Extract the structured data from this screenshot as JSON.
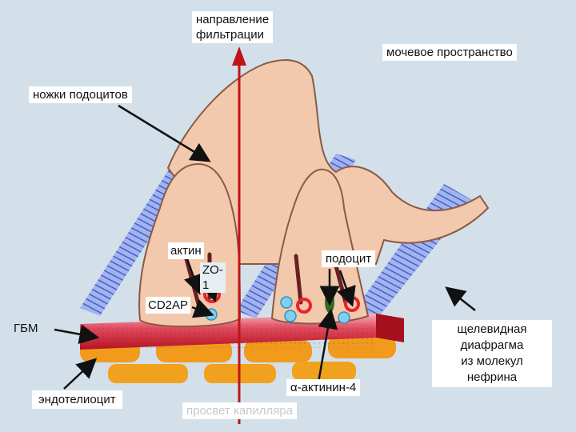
{
  "labels": {
    "direction_line1": "направление",
    "direction_line2": "фильтрации",
    "urinary_space": "мочевое пространство",
    "podocyte_feet": "ножки подоцитов",
    "actin": "актин",
    "zo1_line1": "ZO-",
    "zo1_line2": "1",
    "podocyte": "подоцит",
    "cd2ap": "CD2AP",
    "gbm": "ГБМ",
    "slit_line1": "щелевидная",
    "slit_line2": "диафрагма",
    "slit_line3": "из молекул",
    "slit_line4": "нефрина",
    "alpha_actinin": "α-актинин-4",
    "endothelial": "эндотелиоцит",
    "capillary_lumen": "просвет капилляра"
  },
  "colors": {
    "background": "#d3e0ea",
    "podocyte": "#f2c9ad",
    "podocyte_outline": "#8a5a45",
    "gbm_red": "#d2202e",
    "gbm_pink": "#f29aa8",
    "endothelium": "#f29a1c",
    "arrow": "#c01418",
    "nephrin_blue": "#5a6fd8",
    "actin": "#6a1f22",
    "zo1": "#e8242a",
    "cd2ap": "#7fcff0",
    "alpha_actinin": "#2f6e1e"
  }
}
